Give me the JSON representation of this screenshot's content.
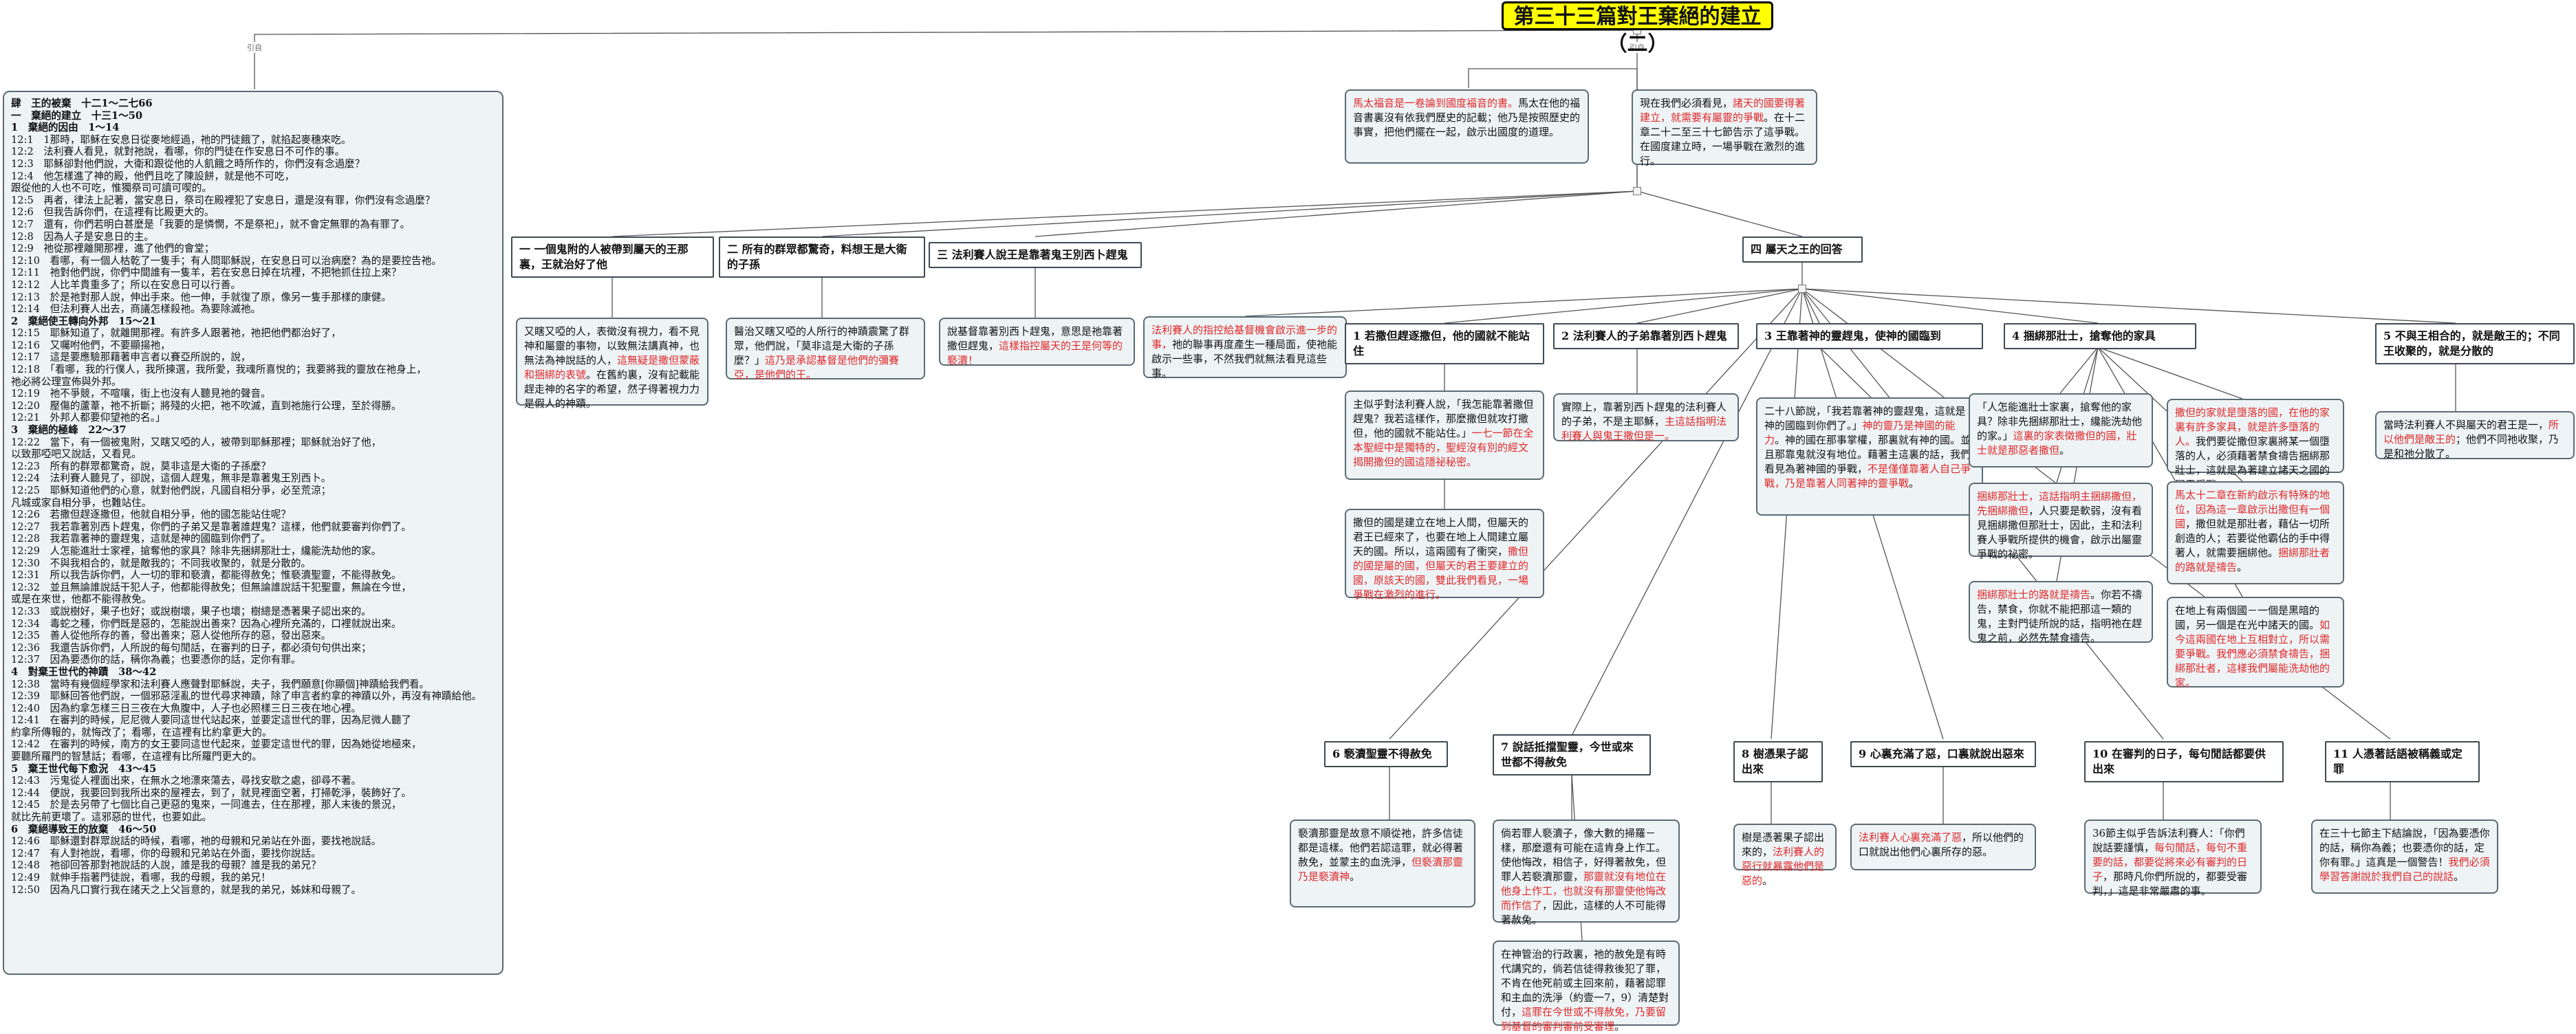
{
  "root": {
    "title": "第三十三篇對王棄絕的建立（二）"
  },
  "connector_tags": {
    "left": "引自",
    "right": "引自"
  },
  "outline": {
    "lines": [
      {
        "t": "肆　王的被棄　十二1～二七66",
        "b": true
      },
      {
        "t": "一　棄絕的建立　十三1～50",
        "b": true
      },
      {
        "t": "1　棄絕的因由　1～14",
        "b": true
      },
      {
        "t": "12:1　1那時，耶穌在安息日從麥地經過，祂的門徒餓了，就掐起麥穗來吃。"
      },
      {
        "t": "12:2　法利賽人看見，就對祂說，看哪，你的門徒在作安息日不可作的事。"
      },
      {
        "t": "12:3　耶穌卻對他們說，大衛和跟從他的人飢餓之時所作的，你們沒有念過麼？"
      },
      {
        "t": "12:4　他怎樣進了神的殿，他們且吃了陳設餅，就是他不可吃，"
      },
      {
        "t": "跟從他的人也不可吃，惟獨祭司可讀可喫的。"
      },
      {
        "t": "12:5　再者，律法上記著，當安息日，祭司在殿裡犯了安息日，還是沒有罪，你們沒有念過麼？"
      },
      {
        "t": "12:6　但我告訴你們，在這裡有比殿更大的。"
      },
      {
        "t": "12:7　還有，你們若明白甚麼是「我要的是憐憫，不是祭祀」，就不會定無罪的為有罪了。"
      },
      {
        "t": "12:8　因為人子是安息日的主。"
      },
      {
        "t": "12:9　祂從那裡離開那裡，進了他們的會堂；"
      },
      {
        "t": "12:10　看哪，有一個人枯乾了一隻手；有人問耶穌說，在安息日可以治病麼？為的是要控告祂。"
      },
      {
        "t": "12:11　祂對他們說，你們中間誰有一隻羊，若在安息日掉在坑裡，不把牠抓住拉上來？"
      },
      {
        "t": "12:12　人比羊貴重多了；所以在安息日可以行善。"
      },
      {
        "t": "12:13　於是祂對那人說，伸出手來。他一伸，手就復了原，像另一隻手那樣的康健。"
      },
      {
        "t": "12:14　但法利賽人出去，商議怎樣殺祂。為要除滅祂。"
      },
      {
        "t": "2　棄絕使王轉向外邦　15～21",
        "b": true
      },
      {
        "t": "12:15　耶穌知道了，就離開那裡。有許多人跟著祂，祂把他們都治好了，"
      },
      {
        "t": "12:16　又囑咐他們，不要顯揚祂，"
      },
      {
        "t": "12:17　這是要應驗那藉著申言者以賽亞所說的，說，"
      },
      {
        "t": "12:18　「看哪，我的行僕人，我所揀選，我所愛，我魂所喜悅的；我要將我的靈放在祂身上，"
      },
      {
        "t": "祂必將公理宣佈與外邦。"
      },
      {
        "t": "12:19　祂不爭競，不喧嚷，街上也沒有人聽見祂的聲音。"
      },
      {
        "t": "12:20　壓傷的蘆葦，祂不折斷；將殘的火把，祂不吹滅，直到祂施行公理，至於得勝。"
      },
      {
        "t": "12:21　外邦人都要仰望祂的名。」"
      },
      {
        "t": "3　棄絕的極峰　22～37",
        "b": true
      },
      {
        "t": "12:22　當下，有一個被鬼附，又瞎又啞的人，被帶到耶穌那裡；耶穌就治好了他，"
      },
      {
        "t": "以致那啞吧又說話，又看見。"
      },
      {
        "t": "12:23　所有的群眾都驚奇，說，莫非這是大衛的子孫麼？"
      },
      {
        "t": "12:24　法利賽人聽見了，卻說，這個人趕鬼，無非是靠著鬼王別西卜。"
      },
      {
        "t": "12:25　耶穌知道他們的心意，就對他們說，凡國自相分爭，必至荒涼；"
      },
      {
        "t": "凡城或家自相分爭，也難站住。"
      },
      {
        "t": "12:26　若撒但趕逐撒但，他就自相分爭，他的國怎能站住呢？"
      },
      {
        "t": "12:27　我若靠著別西卜趕鬼，你們的子弟又是靠著誰趕鬼？這樣，他們就要審判你們了。"
      },
      {
        "t": "12:28　我若靠著神的靈趕鬼，這就是神的國臨到你們了。"
      },
      {
        "t": "12:29　人怎能進壯士家裡，搶奪他的家具？除非先捆綁那壯士，纔能洗劫他的家。"
      },
      {
        "t": "12:30　不與我相合的，就是敵我的；不同我收聚的，就是分散的。"
      },
      {
        "t": "12:31　所以我告訴你們，人一切的罪和褻瀆，都能得赦免；惟褻瀆聖靈，不能得赦免。"
      },
      {
        "t": "12:32　並且無論誰說話干犯人子，他都能得赦免；但無論誰說話干犯聖靈，無論在今世，"
      },
      {
        "t": "或是在來世，他都不能得赦免。"
      },
      {
        "t": "12:33　或說樹好，果子也好；或說樹壞，果子也壞；樹總是憑著果子認出來的。"
      },
      {
        "t": "12:34　毒蛇之種，你們既是惡的，怎能說出善來？因為心裡所充滿的，口裡就說出來。"
      },
      {
        "t": "12:35　善人從他所存的善，發出善來；惡人從他所存的惡，發出惡來。"
      },
      {
        "t": "12:36　我還告訴你們，人所說的每句閒話，在審判的日子，都必須句句供出來；"
      },
      {
        "t": "12:37　因為要憑你的話，稱你為義；也要憑你的話，定你有罪。"
      },
      {
        "t": "4　對棄王世代的神蹟　38～42",
        "b": true
      },
      {
        "t": "12:38　當時有幾個經學家和法利賽人應聲對耶穌說，夫子，我們願意[你顯個]神蹟給我們看。"
      },
      {
        "t": "12:39　耶穌回答他們說，一個邪惡淫亂的世代尋求神蹟，除了申言者約拿的神蹟以外，再沒有神蹟給他。"
      },
      {
        "t": "12:40　因為約拿怎樣三日三夜在大魚腹中，人子也必照樣三日三夜在地心裡。"
      },
      {
        "t": "12:41　在審判的時候，尼尼微人要同這世代站起來，並要定這世代的罪，因為尼微人聽了"
      },
      {
        "t": "約拿所傳報的，就悔改了；看哪，在這裡有比約拿更大的。"
      },
      {
        "t": "12:42　在審判的時候，南方的女王要同這世代起來，並要定這世代的罪，因為她從地極來，"
      },
      {
        "t": "要聽所羅門的智慧話；看哪，在這裡有比所羅門更大的。"
      },
      {
        "t": "5　棄王世代每下愈況　43～45",
        "b": true
      },
      {
        "t": "12:43　污鬼從人裡面出來，在無水之地漂來蕩去，尋找安歇之處，卻尋不著。"
      },
      {
        "t": "12:44　便說，我要回到我所出來的屋裡去，到了，就見裡面空著，打掃乾淨，裝飾好了。"
      },
      {
        "t": "12:45　於是去另帶了七個比自己更惡的鬼來，一同進去，住在那裡，那人末後的景況，"
      },
      {
        "t": "就比先前更壞了。這邪惡的世代，也要如此。"
      },
      {
        "t": "6　棄絕導致王的放棄　46～50",
        "b": true
      },
      {
        "t": "12:46　耶穌還對群眾說話的時候，看哪，祂的母親和兄弟站在外面，要找祂說話。"
      },
      {
        "t": "12:47　有人對祂說，看哪，你的母親和兄弟站在外面，要找你說話。"
      },
      {
        "t": "12:48　祂卻回答那對祂說話的人說，誰是我的母親？誰是我的弟兄？"
      },
      {
        "t": "12:49　就伸手指著門徒說，看哪，我的母親，我的弟兄！"
      },
      {
        "t": "12:50　因為凡口實行我在諸天之上父旨意的，就是我的弟兄，姊妹和母親了。"
      }
    ]
  },
  "intro": {
    "left": [
      {
        "t": "馬太福音是一卷論到國度福音的書。",
        "red": true
      },
      {
        "t": "馬太在他的福音書裏沒有依我們歷史的記載；他乃是按照歷史的事實，把他們擺在一起，啟示出國度的道理。"
      }
    ],
    "right": [
      {
        "t": "現在我們必須看見，"
      },
      {
        "t": "諸天的國要得著建立，就需要有屬靈的爭戰",
        "red": true
      },
      {
        "t": "。在十二章二十二至三十七節告示了這爭戰。在國度建立時，一場爭戰在激烈的進行。"
      }
    ]
  },
  "headers": {
    "h1": "一 一個鬼附的人被帶到屬天的王那裏，王就治好了他",
    "h2": "二 所有的群眾都驚奇，料想王是大衛的子孫",
    "h3": "三 法利賽人說王是靠著鬼王別西卜趕鬼",
    "h4": "四 屬天之王的回答"
  },
  "notes": {
    "n1": [
      {
        "t": "又瞎又啞的人，表徵沒有視力，看不見神和屬靈的事物，以致無法講真神，也無法為神說話的人，"
      },
      {
        "t": "這無疑是撒但蒙蔽和捆綁的表號",
        "red": true
      },
      {
        "t": "。在舊約裏，沒有記載能趕走神的名字的希望，然子得著視力力是假人的神蹟。"
      }
    ],
    "n2": [
      {
        "t": "醫治又瞎又啞的人所行的神蹟震驚了群眾，他們說，「莫非這是大衛的子孫麼？」"
      },
      {
        "t": "這乃是承認基督是他們的彌賽亞，是他們的王。",
        "red": true
      }
    ],
    "n3": [
      {
        "t": "說基督靠著別西卜趕鬼，意思是祂靠著撒但趕鬼，"
      },
      {
        "t": "這樣指控屬天的王是何等的褻瀆！",
        "red": true
      }
    ],
    "n4": [
      {
        "t": "法利賽人的指控給基督機會啟示進一步的事，",
        "red": true
      },
      {
        "t": "祂的聯事再度產生一種局面，使祂能啟示一些事，不然我們就無法看見這些事。"
      }
    ]
  },
  "sub_headers": {
    "s1": "1 若撒但趕逐撒但，他的國就不能站住",
    "s2": "2 法利賽人的子弟靠著別西卜趕鬼",
    "s3": "3 王靠著神的靈趕鬼，使神的國臨到",
    "s4": "4 捆綁那壯士，搶奪他的家具",
    "s5": "5 不與王相合的，就是敵王的；不同王收聚的，就是分散的",
    "s6": "6 褻瀆聖靈不得赦免",
    "s7": "7 說話抵擋聖靈，今世或來世都不得赦免",
    "s8": "8 樹憑果子認出來",
    "s9": "9 心裏充滿了惡，口裏就說出惡來",
    "s10": "10 在審判的日子，每句閒話都要供出來",
    "s11": "11 人憑著話語被稱義或定罪"
  },
  "sub_notes": {
    "a1": [
      {
        "t": "主似乎對法利賽人說，「我怎能靠著撒但趕鬼？我若這樣作，那麼撒但就攻打撒但，他的國就不能站住。」"
      },
      {
        "t": "一七一節在全本聖經中是獨特的，聖經沒有別的經文揭開撒但的國這隱祕",
        "red": true
      },
      {
        "t": "秘密。",
        "red": true
      }
    ],
    "a2": [
      {
        "t": "撒但的國是建立在地上人間，但屬天的君王已經來了，也要在地上人間建立屬天的國。所以，這兩國有了衝突，"
      },
      {
        "t": "撒但的國是屬的國，但屬天的君王要建立的國，原該天的國，雙此我們看見，一場爭戰在激烈的進行。",
        "red": true
      }
    ],
    "b1": [
      {
        "t": "實際上，靠著別西卜趕鬼的法利賽人的子弟，不是主耶穌，"
      },
      {
        "t": "主這話指明法利賽人與鬼王撒但是一。",
        "red": true
      }
    ],
    "c1": [
      {
        "t": "二十八節說，「我若靠著神的靈趕鬼，這就是神的國臨到你們了。」"
      },
      {
        "t": "神的靈乃是神國的能力",
        "red": true
      },
      {
        "t": "。神的國在那事掌權，那裏就有神的國。並且那靠鬼就沒有地位。藉著主這裏的話，我們看見為著神國的爭戰，"
      },
      {
        "t": "不是僅僅靠著人自己爭戰，乃是靠著人同著神的靈爭戰",
        "red": true
      },
      {
        "t": "。"
      }
    ],
    "d1": [
      {
        "t": "「人怎能進壯士家裏，搶奪他的家具？除非先捆綁那壯士，纔能洗劫他的家。」"
      },
      {
        "t": "這裏的家表徵撒但的國，壯士就是那惡者撒但",
        "red": true
      },
      {
        "t": "。"
      }
    ],
    "d2": [
      {
        "t": "撒但的家就是墮落的國，在他的家裏有許多家具，就是許多墮落的人。",
        "red": true
      },
      {
        "t": "我們要從撒但家裏將某一個墮落的人，必須藉著禁食禱告捆綁那壯士，這就是為著建立諸天之國的屬靈爭戰。"
      }
    ],
    "d3": [
      {
        "t": "捆綁那壯士，這話指明主捆綁撒但，先捆綁撒但",
        "red": true
      },
      {
        "t": "，人只要是軟弱，沒有看見捆綁撒但那壯士，因此，主和法利賽人爭戰所提供的機會，啟示出屬靈爭戰的祕密。"
      }
    ],
    "d4": [
      {
        "t": "馬太十二章在新約啟示有特殊的地位，因為這一章啟示出撒但有一個國",
        "red": true
      },
      {
        "t": "，撒但就是那壯者，藉佔一切所創造的人；若要從他霸佔的手中得著人，就需要捆綁他。"
      },
      {
        "t": "捆綁那壯者的路就是禱告",
        "red": true
      },
      {
        "t": "。"
      }
    ],
    "d5": [
      {
        "t": "捆綁那壯士的路就是禱告",
        "red": true
      },
      {
        "t": "。你若不禱告，禁食，你就不能把那這一類的鬼，主對門徒所說的話，指明祂在趕鬼之前，必然先禁食禱告。"
      }
    ],
    "d6": [
      {
        "t": "在地上有兩個國－一個是黑暗的國，另一個是在光中諸天的國。"
      },
      {
        "t": "如今這兩國在地上互相對立，所以需要爭戰。我們應必須禁食禱告，捆綁那壯者，這樣我們屬能洗劫他的家。",
        "red": true
      }
    ],
    "e1": [
      {
        "t": "當時法利賽人不與屬天的君王是一，"
      },
      {
        "t": "所以他們是敵王的",
        "red": true
      },
      {
        "t": "；他們不同祂收聚，乃是和祂分散了。"
      }
    ],
    "f1": [
      {
        "t": "褻瀆那靈是故意不順從祂，許多信徒都是這樣。他們若認這罪，就必得著赦免，並蒙主的血洗淨，"
      },
      {
        "t": "但褻瀆那靈乃是褻瀆神",
        "red": true
      },
      {
        "t": "。"
      }
    ],
    "g1": [
      {
        "t": "倘若罪人褻瀆子，像大數的掃羅－樣，那麼還有可能在這肯身上作工。使他悔改，相信子，好得著赦免，但罪人若褻瀆那靈，"
      },
      {
        "t": "那靈就沒有地位在他身上作工，也就沒有那靈使他悔改而作信了",
        "red": true
      },
      {
        "t": "，因此，這樣的人不可能得著赦免。"
      }
    ],
    "g2": [
      {
        "t": "在神管治的行政裏，祂的赦免是有時代講究的，倘若信徒得救後犯了罪，不肯在他死前或主回來前，藉著認罪和主血的洗淨（約壹一7，9）清楚對付，"
      },
      {
        "t": "這罪在今世或不得赦免，乃要留到基督的審判審前受審理",
        "red": true
      },
      {
        "t": "。"
      }
    ],
    "h1": [
      {
        "t": "樹是憑著果子認出來的，"
      },
      {
        "t": "法利賽人的惡行就暴露他們是惡的",
        "red": true
      },
      {
        "t": "。"
      }
    ],
    "i1": [
      {
        "t": "法利賽人心裏充滿了惡",
        "red": true
      },
      {
        "t": "，所以他們的口就說出他們心裏所存的惡。"
      }
    ],
    "j1": [
      {
        "t": "36節主似乎告訴法利賽人：「你們說話要謹慎，"
      },
      {
        "t": "每句閒話，每句不重要的話，都要從將來必有審判的日子",
        "red": true
      },
      {
        "t": "，那時凡你們所說的，都要受審判，」這是非常嚴肅的事。"
      }
    ],
    "k1": [
      {
        "t": "在三十七節主下結論說，「因為要憑你的話，稱你為義；也要憑你的話，定你有罪。」這真是一個警告！"
      },
      {
        "t": "我們必須學習答謝說於我們自己的說話",
        "red": true
      },
      {
        "t": "。"
      }
    ]
  }
}
